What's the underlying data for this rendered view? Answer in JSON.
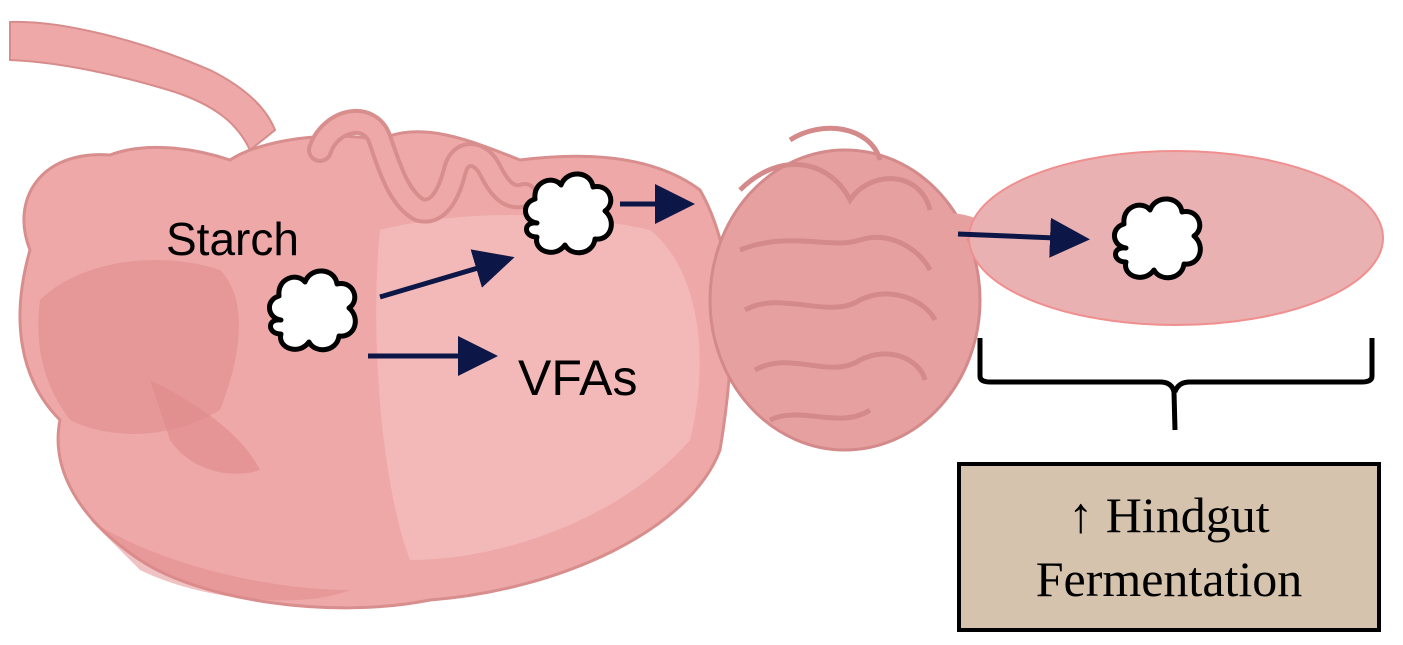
{
  "diagram": {
    "labels": {
      "starch": "Starch",
      "vfas": "VFAs"
    },
    "callout": {
      "line1": "↑ Hindgut",
      "line2": "Fermentation"
    },
    "colors": {
      "organ_fill": "#eea8a8",
      "organ_shade": "#e39292",
      "organ_light": "#f3bcbc",
      "intestine_fill": "#e7a0a0",
      "hindgut_fill": "#e9b1b2",
      "hindgut_edge": "#f08f8f",
      "arrow": "#0d1747",
      "callout_fill": "#d6c3ad",
      "outline": "#000000"
    }
  }
}
